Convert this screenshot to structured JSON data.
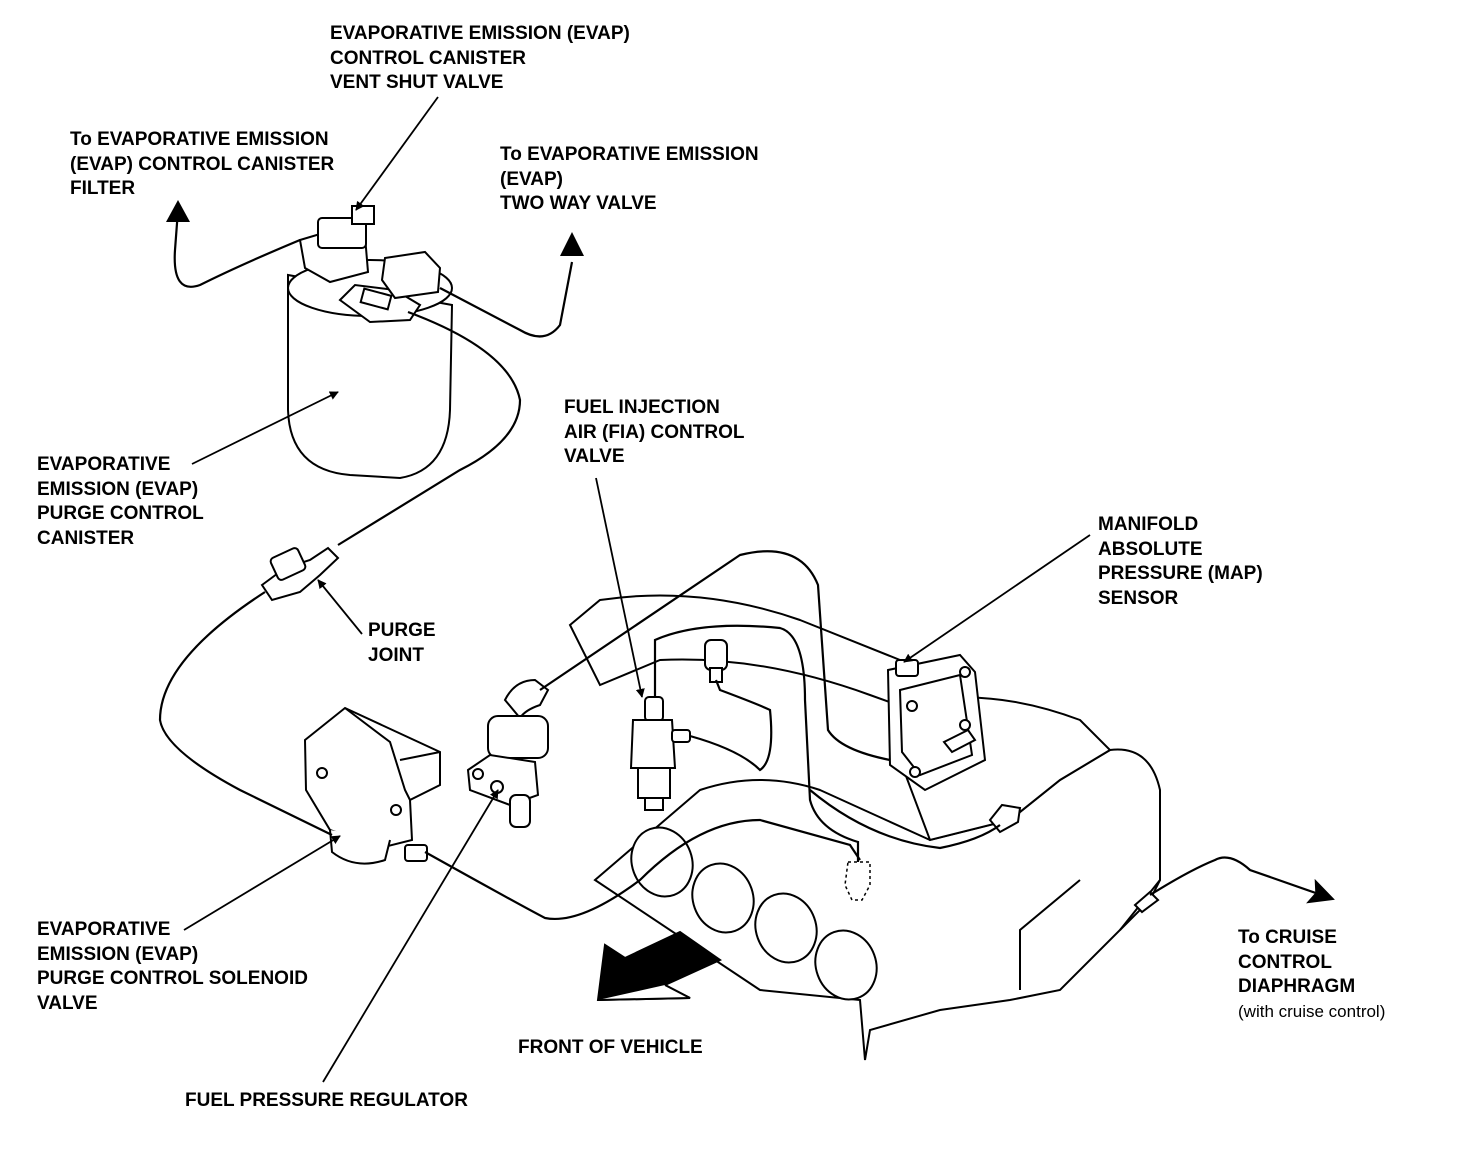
{
  "colors": {
    "ink": "#000000",
    "paper": "#ffffff"
  },
  "labels": {
    "vent_shut_valve": [
      "EVAPORATIVE EMISSION (EVAP)",
      "CONTROL CANISTER",
      "VENT SHUT VALVE"
    ],
    "canister_filter": [
      "To EVAPORATIVE EMISSION",
      "(EVAP) CONTROL CANISTER",
      "FILTER"
    ],
    "two_way_valve": [
      "To EVAPORATIVE EMISSION",
      "(EVAP)",
      "TWO WAY VALVE"
    ],
    "purge_canister": [
      "EVAPORATIVE",
      "EMISSION (EVAP)",
      "PURGE CONTROL",
      "CANISTER"
    ],
    "fia_valve": [
      "FUEL INJECTION",
      "AIR (FIA) CONTROL",
      "VALVE"
    ],
    "map_sensor": [
      "MANIFOLD",
      "ABSOLUTE",
      "PRESSURE (MAP)",
      "SENSOR"
    ],
    "purge_joint": [
      "PURGE",
      "JOINT"
    ],
    "purge_solenoid": [
      "EVAPORATIVE",
      "EMISSION (EVAP)",
      "PURGE CONTROL SOLENOID",
      "VALVE"
    ],
    "cruise_diaphragm": [
      "To CRUISE",
      "CONTROL",
      "DIAPHRAGM"
    ],
    "cruise_note": "(with cruise control)",
    "front_of_vehicle": "FRONT OF VEHICLE",
    "fuel_pressure_regulator": "FUEL PRESSURE REGULATOR"
  }
}
